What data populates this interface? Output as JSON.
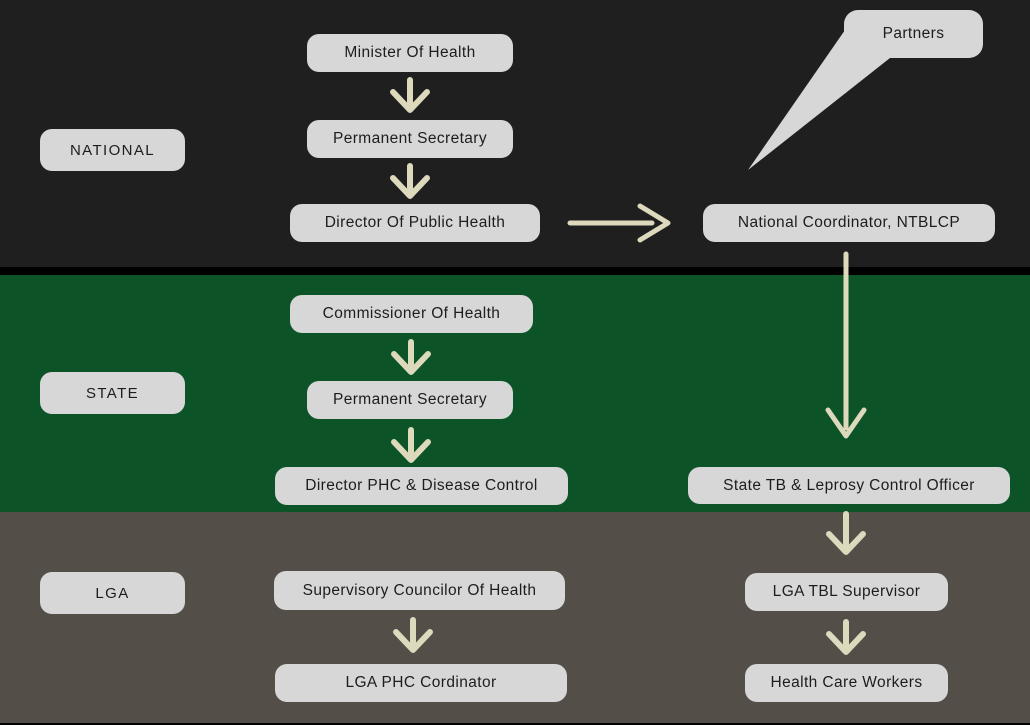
{
  "colors": {
    "national_bg": "#1e1f1e",
    "state_bg": "#0c5428",
    "lga_bg": "#544e48",
    "node_bg": "#d6d7d6",
    "node_text": "#1d1d1d",
    "arrow_color": "#ddd9bc"
  },
  "sections": {
    "national": {
      "label": "NATIONAL",
      "nodes": {
        "minister": "Minister Of Health",
        "permanent_secretary": "Permanent Secretary",
        "director_public_health": "Director Of Public Health",
        "partners": "Partners",
        "national_coordinator": "National Coordinator, NTBLCP"
      }
    },
    "state": {
      "label": "STATE",
      "nodes": {
        "commissioner": "Commissioner Of Health",
        "permanent_secretary": "Permanent Secretary",
        "director_phc": "Director PHC & Disease Control",
        "state_tb_leprosy_officer": "State TB & Leprosy Control Officer"
      }
    },
    "lga": {
      "label": "LGA",
      "nodes": {
        "supervisory_councilor": "Supervisory Councilor Of Health",
        "lga_phc_coordinator": "LGA PHC Cordinator",
        "lga_tbl_supervisor": "LGA TBL Supervisor",
        "health_care_workers": "Health Care Workers"
      }
    }
  }
}
